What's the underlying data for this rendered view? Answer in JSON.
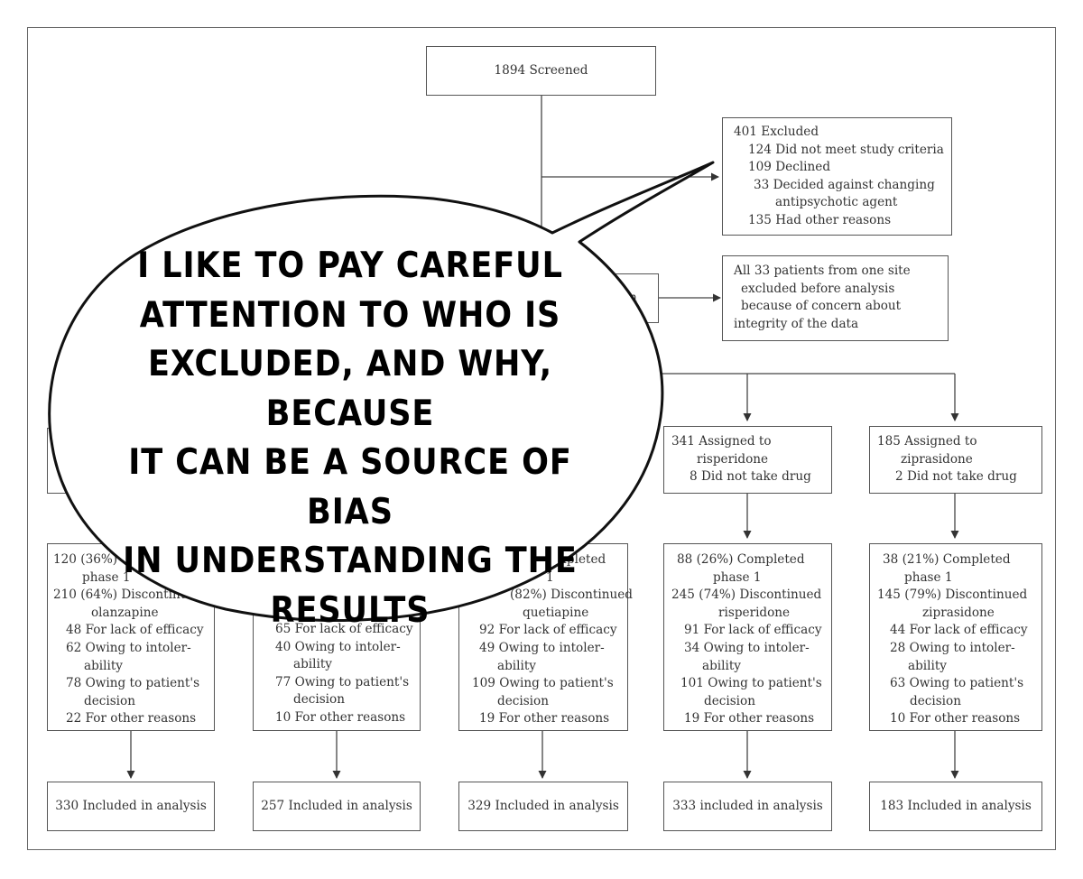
{
  "screened": "1894 Screened",
  "excluded": {
    "lines": [
      "401 Excluded",
      "124 Did not meet study criteria",
      "109 Declined",
      "33 Decided against changing",
      "antipsychotic agent",
      "135 Had other reasons"
    ]
  },
  "randomization_fragment": "tion",
  "site_excluded": {
    "lines": [
      "All 33 patients from one site",
      "excluded before analysis",
      "because of concern about",
      "integrity of the data"
    ]
  },
  "assigned": {
    "risperidone": [
      "341 Assigned to",
      "risperidone",
      "8 Did not take drug"
    ],
    "ziprasidone": [
      "185 Assigned to",
      "ziprasidone",
      "2 Did not take drug"
    ]
  },
  "outcomes": {
    "olanzapine": [
      "120 (36%)",
      "phase 1",
      "210 (64%) Discontinu",
      "olanzapine",
      "48 For lack of efficacy",
      "62 Owing to intoler-",
      "ability",
      "78 Owing to patient's",
      "decision",
      "22 For other reasons"
    ],
    "perphenazine": [
      "65 For lack of efficacy",
      "40 Owing to intoler-",
      "ability",
      "77 Owing to patient's",
      "decision",
      "10 For other reasons"
    ],
    "quetiapine": [
      "mpleted",
      "1",
      "(82%) Discontinued",
      "quetiapine",
      "92 For lack of efficacy",
      "49 Owing to intoler-",
      "ability",
      "109 Owing to patient's",
      "decision",
      "19 For other reasons"
    ],
    "risperidone": [
      "88 (26%) Completed",
      "phase 1",
      "245 (74%) Discontinued",
      "risperidone",
      "91 For lack of efficacy",
      "34 Owing to intoler-",
      "ability",
      "101 Owing to patient's",
      "decision",
      "19 For other reasons"
    ],
    "ziprasidone": [
      "38 (21%) Completed",
      "phase 1",
      "145 (79%) Discontinued",
      "ziprasidone",
      "44 For lack of efficacy",
      "28 Owing to intoler-",
      "ability",
      "63 Owing to patient's",
      "decision",
      "10 For other reasons"
    ]
  },
  "included": {
    "olanzapine": "330 Included in analysis",
    "perphenazine": "257 Included in analysis",
    "quetiapine": "329 Included in analysis",
    "risperidone": "333 included in analysis",
    "ziprasidone": "183 Included in analysis"
  },
  "speech_bubble": {
    "lines": [
      "I like to pay careful",
      "attention to who is",
      "excluded, and why, because",
      "it can be a source of bias",
      "in understanding the",
      "results"
    ]
  }
}
